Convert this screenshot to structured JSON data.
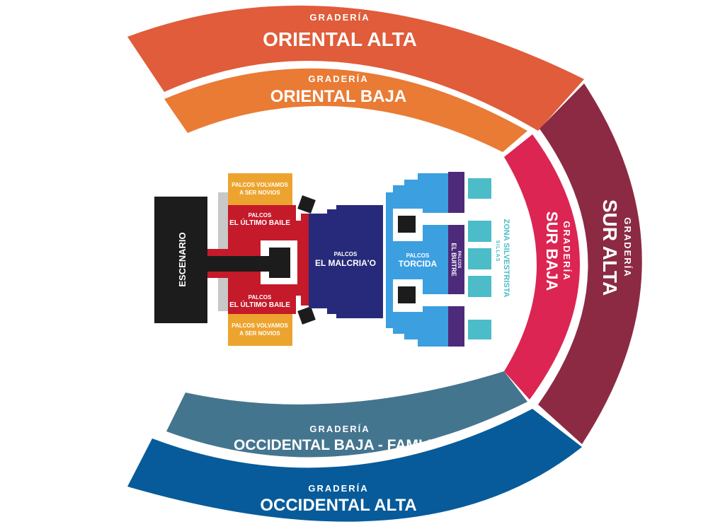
{
  "colors": {
    "oriental_alta": "#e05c3a",
    "oriental_baja": "#e97b35",
    "sur_alta": "#8c2a43",
    "sur_baja": "#dc2552",
    "occidental_baja": "#44758f",
    "occidental_alta": "#075b9a",
    "escenario": "#1c1c1c",
    "volvamos": "#eda42f",
    "ultimo_baile": "#c41a2a",
    "malcriao": "#272a7a",
    "torcida": "#3b9fe0",
    "buitre": "#4d2a7a",
    "silvestrista": "#4bbcc8"
  },
  "sections": {
    "oriental_alta": {
      "prefix": "GRADERÍA",
      "name": "ORIENTAL ALTA"
    },
    "oriental_baja": {
      "prefix": "GRADERÍA",
      "name": "ORIENTAL BAJA"
    },
    "sur_alta": {
      "prefix": "GRADERÍA",
      "name": "SUR ALTA"
    },
    "sur_baja": {
      "prefix": "GRADERÍA",
      "name": "SUR BAJA"
    },
    "occidental_baja": {
      "prefix": "GRADERÍA",
      "name": "OCCIDENTAL BAJA - FAMLIAR"
    },
    "occidental_alta": {
      "prefix": "GRADERÍA",
      "name": "OCCIDENTAL ALTA"
    }
  },
  "center": {
    "escenario": "ESCENARIO",
    "volvamos_line1": "PALCOS VOLVAMOS",
    "volvamos_line2": "A SER NOVIOS",
    "ultimo_prefix": "PALCOS",
    "ultimo_name": "EL ÚLTIMO BAILE",
    "malcriao_prefix": "PALCOS",
    "malcriao_name": "EL MALCRIA'O",
    "torcida_prefix": "PALCOS",
    "torcida_name": "TORCIDA",
    "buitre_prefix": "PALCOS",
    "buitre_name": "EL BUITRE",
    "silvestrista_name": "ZONA SILVESTRISTA",
    "silvestrista_sub": "SILLAS"
  }
}
